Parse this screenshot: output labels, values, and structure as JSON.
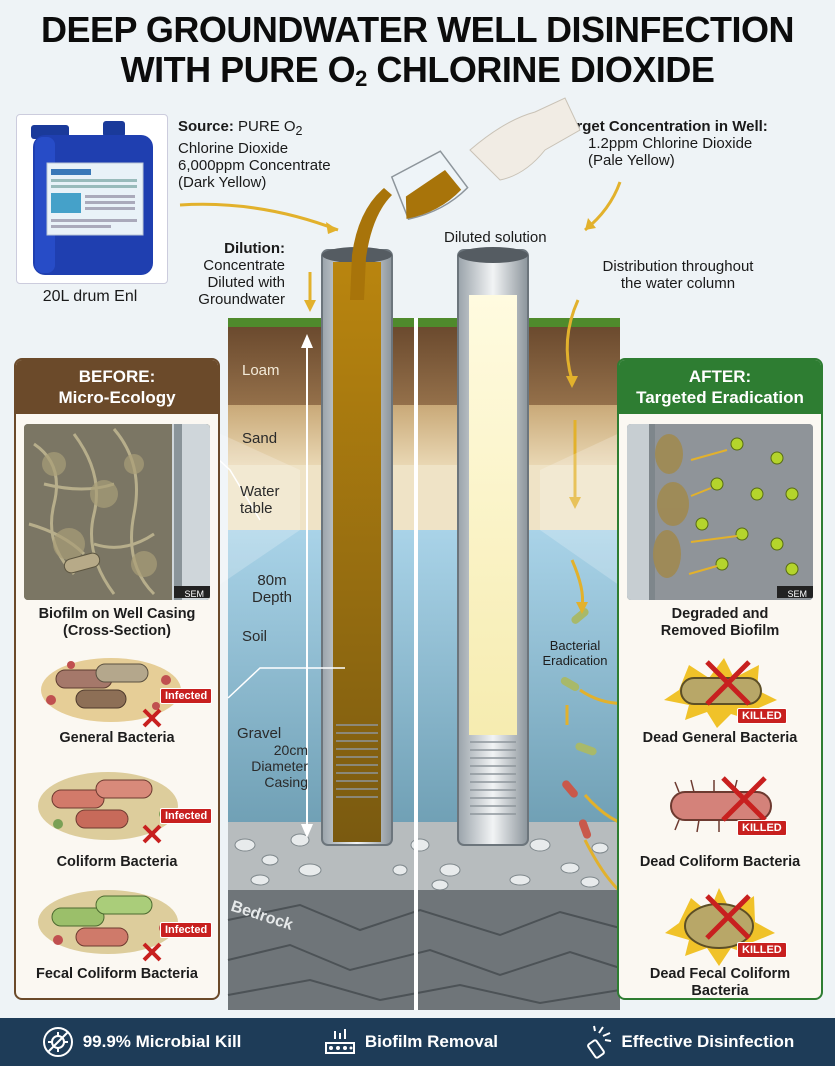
{
  "title": {
    "line1": "DEEP GROUNDWATER WELL DISINFECTION",
    "line2_pre": "WITH PURE O",
    "line2_sub": "2",
    "line2_post": " CHLORINE DIOXIDE"
  },
  "drum": {
    "caption": "20L drum Enl"
  },
  "source": {
    "heading": "Source:",
    "brand_pre": " PURE O",
    "brand_sub": "2",
    "line2": "Chlorine Dioxide",
    "line3": "6,000ppm Concentrate",
    "line4": "(Dark Yellow)"
  },
  "target": {
    "heading": "Target Concentration in Well:",
    "line2": "1.2ppm Chlorine Dioxide",
    "line3": "(Pale Yellow)"
  },
  "diluted_solution": "Diluted solution",
  "dilution": {
    "heading": "Dilution:",
    "line2": "Concentrate",
    "line3": "Diluted with",
    "line4": "Groundwater"
  },
  "distribution": {
    "line1": "Distribution throughout",
    "line2": "the water column"
  },
  "soil_labels": {
    "loam": "Loam",
    "sand": "Sand",
    "water_table_1": "Water",
    "water_table_2": "table",
    "depth_1": "80m",
    "depth_2": "Depth",
    "soil": "Soil",
    "gravel": "Gravel",
    "casing_1": "20cm",
    "casing_2": "Diameter",
    "casing_3": "Casing",
    "bedrock": "Bedrock"
  },
  "bacterial_eradication": {
    "line1": "Bacterial",
    "line2": "Eradication"
  },
  "before": {
    "head1": "BEFORE:",
    "head2": "Micro-Ecology",
    "sem": "SEM",
    "caption1": "Biofilm on Well Casing",
    "caption2": "(Cross-Section)",
    "items": [
      {
        "tag": "Infected",
        "label": "General Bacteria"
      },
      {
        "tag": "Infected",
        "label": "Coliform Bacteria"
      },
      {
        "tag": "Infected",
        "label": "Fecal Coliform Bacteria"
      }
    ]
  },
  "after": {
    "head1": "AFTER:",
    "head2": "Targeted Eradication",
    "sem": "SEM",
    "caption1": "Degraded and",
    "caption2": "Removed Biofilm",
    "items": [
      {
        "tag": "KILLED",
        "label": "Dead General Bacteria",
        "label2": ""
      },
      {
        "tag": "KILLED",
        "label": "Dead Coliform Bacteria",
        "label2": ""
      },
      {
        "tag": "KILLED",
        "label": "Dead Fecal Coliform",
        "label2": "Bacteria"
      }
    ]
  },
  "footer": [
    {
      "icon": "microbe-kill-icon",
      "label": "99.9% Microbial Kill"
    },
    {
      "icon": "biofilm-removal-icon",
      "label": "Biofilm Removal"
    },
    {
      "icon": "disinfection-spray-icon",
      "label": "Effective Disinfection"
    }
  ],
  "colors": {
    "before_accent": "#6b4a2a",
    "after_accent": "#2e7d32",
    "concentrate": "#a8740a",
    "diluted": "#fbf4c0",
    "footer": "#1e3c58",
    "infected": "#c8201f"
  }
}
